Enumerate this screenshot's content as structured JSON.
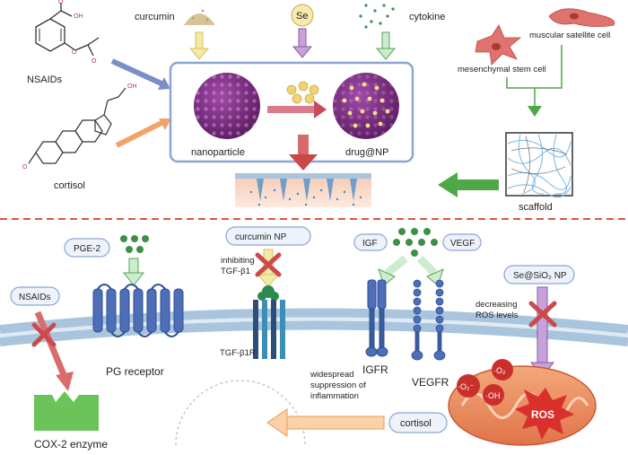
{
  "top": {
    "nsaids_label": "NSAIDs",
    "cortisol_label": "cortisol",
    "curcumin_label": "curcumin",
    "se_label": "Se",
    "cytokine_label": "cytokine",
    "nanoparticle_label": "nanoparticle",
    "drug_np_label": "drug@NP",
    "muscular_satellite_label": "muscular satellite cell",
    "mesenchymal_label": "mesenchymal stem cell",
    "scaffold_label": "scaffold"
  },
  "bottom": {
    "nsaids_pill": "NSAIDs",
    "cox2_label": "COX-2 enzyme",
    "pge2_pill": "PGE-2",
    "pg_receptor_label": "PG receptor",
    "curcumin_np_pill": "curcumin NP",
    "inhibiting_line1": "inhibiting",
    "inhibiting_line2": "TGF-β1",
    "tgfb1r_label": "TGF-β1R",
    "igf_pill": "IGF",
    "vegf_pill": "VEGF",
    "igfr_label": "IGFR",
    "vegfr_label": "VEGFR",
    "se_sio2_pill": "Se@SiO₂ NP",
    "decreasing_line1": "decreasing",
    "decreasing_line2": "ROS levels",
    "ros_label": "ROS",
    "o2_label_1": "·O₂⁻",
    "o2_label_2": "·O₂",
    "oh_label": "·OH",
    "widespread_line1": "widespread",
    "widespread_line2": "suppression of",
    "widespread_line3": "inflammation",
    "cortisol_pill": "cortisol"
  },
  "colors": {
    "np_purple": "#7d2d82",
    "divider_red": "#e0553f",
    "panel_border": "#8aa6d3",
    "membrane_blue": "#a9c4dd",
    "green_dot": "#3f8f4a",
    "gold": "#e8c85a",
    "red_x": "#cc4a4a",
    "cox_green": "#6cc35a",
    "receptor_blue": "#4e6fb8",
    "arrow_green": "#4da845",
    "arrow_orange": "#f0a45a",
    "arrow_pink": "#d97b8a"
  }
}
